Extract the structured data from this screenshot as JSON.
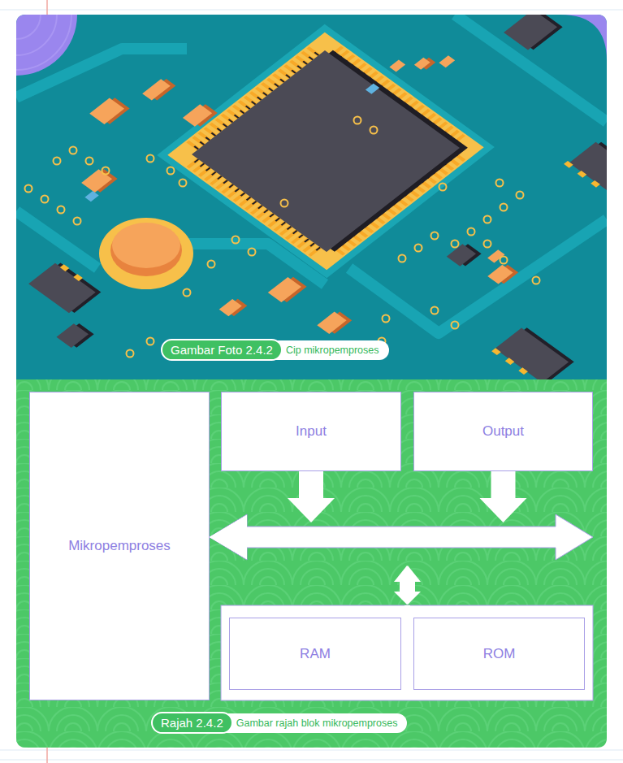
{
  "diagram": {
    "nodes": [
      {
        "text": [
          "Mikropemproses"
        ]
      },
      {
        "text": [
          "Input"
        ]
      },
      {
        "text": [
          "Output"
        ]
      },
      {
        "text": [
          "RAM"
        ]
      },
      {
        "text": [
          "ROM"
        ]
      }
    ],
    "edges": [
      {
        "from": 1,
        "to": 0,
        "arrow": "to"
      },
      {
        "from": 2,
        "to": 0,
        "arrow": "to"
      },
      {
        "from": 3,
        "to": 0,
        "arrow": "both"
      },
      {
        "from": 4,
        "to": 0,
        "arrow": "both"
      }
    ],
    "labels": [
      "Gambar Foto 2.4.2",
      "Cip mikropemproses",
      "Rajah 2.4.2",
      "Gambar rajah blok mikropemproses"
    ]
  }
}
